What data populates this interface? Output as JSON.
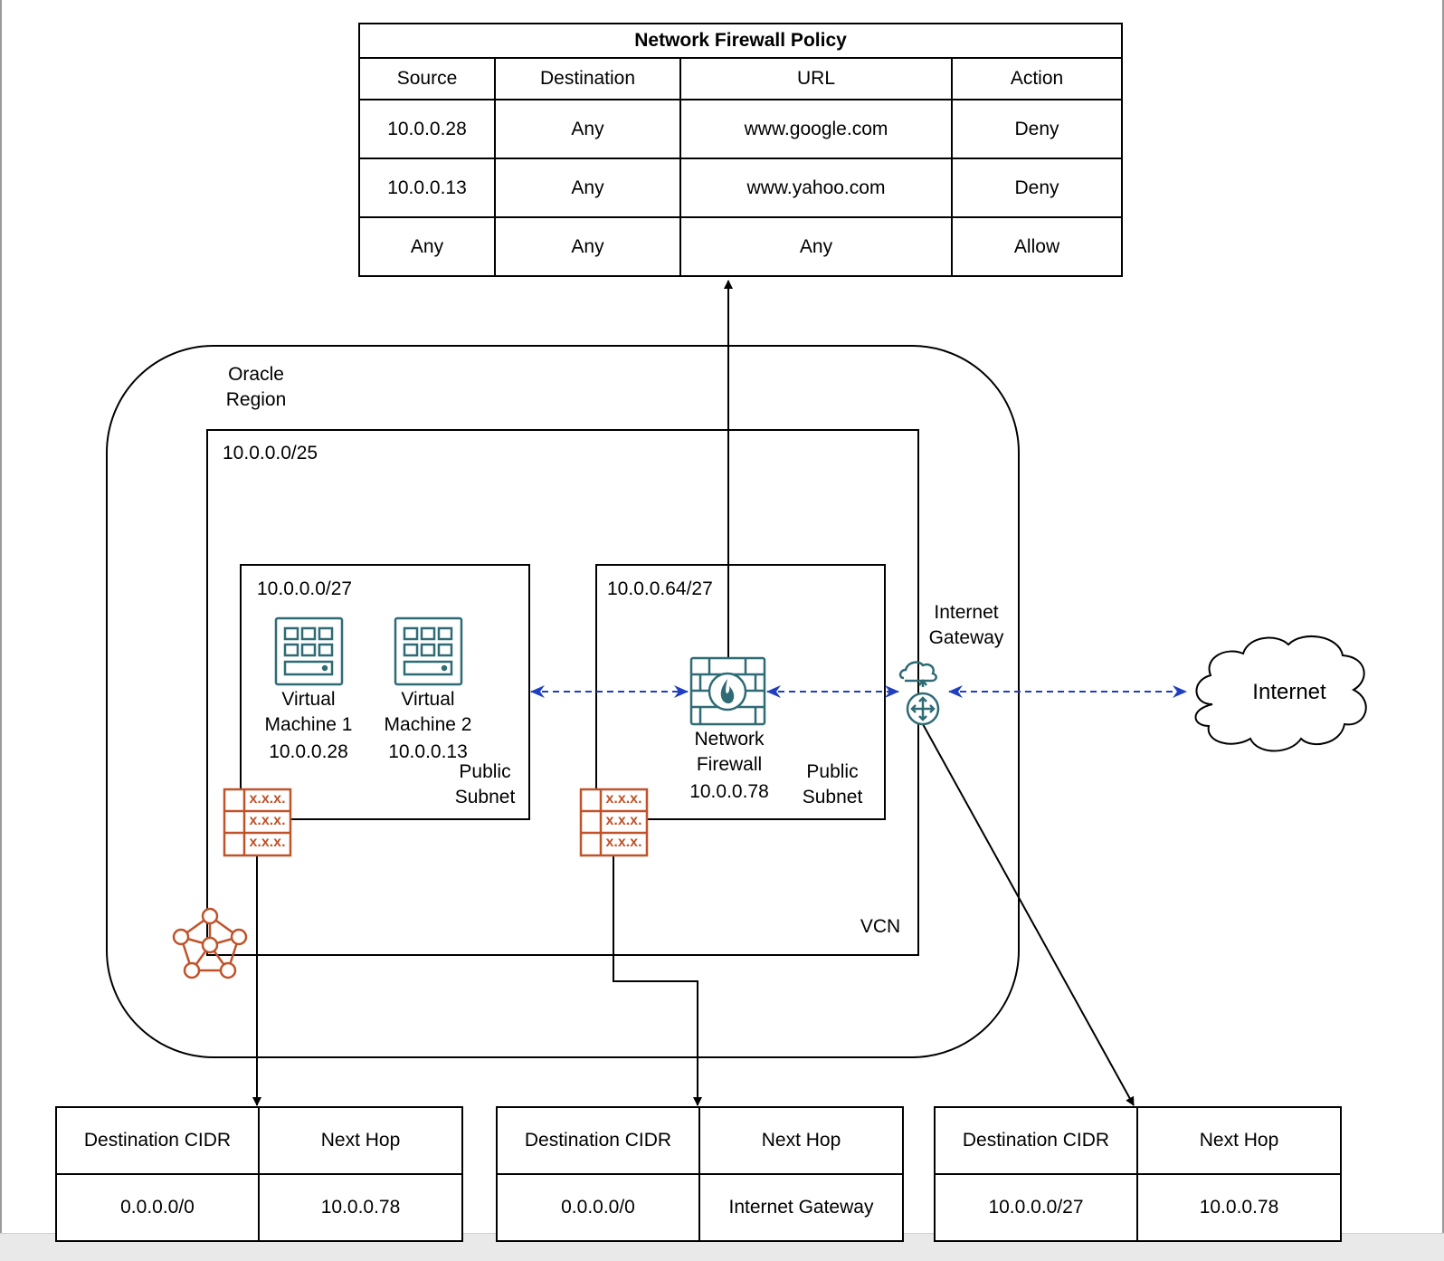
{
  "policy_table": {
    "title": "Network Firewall Policy",
    "headers": [
      "Source",
      "Destination",
      "URL",
      "Action"
    ],
    "rows": [
      [
        "10.0.0.28",
        "Any",
        "www.google.com",
        "Deny"
      ],
      [
        "10.0.0.13",
        "Any",
        "www.yahoo.com",
        "Deny"
      ],
      [
        "Any",
        "Any",
        "Any",
        "Allow"
      ]
    ]
  },
  "region": {
    "line1": "Oracle",
    "line2": "Region"
  },
  "vcn": {
    "cidr": "10.0.0.0/25",
    "label": "VCN"
  },
  "subnet_left": {
    "cidr": "10.0.0.0/27",
    "label1": "Public",
    "label2": "Subnet",
    "vm1": {
      "line1": "Virtual",
      "line2": "Machine 1",
      "ip": "10.0.0.28"
    },
    "vm2": {
      "line1": "Virtual",
      "line2": "Machine 2",
      "ip": "10.0.0.13"
    }
  },
  "subnet_right": {
    "cidr": "10.0.0.64/27",
    "label1": "Public",
    "label2": "Subnet",
    "firewall": {
      "line1": "Network",
      "line2": "Firewall",
      "ip": "10.0.0.78"
    }
  },
  "internet_gateway": {
    "line1": "Internet",
    "line2": "Gateway"
  },
  "internet": {
    "label": "Internet"
  },
  "route_table_icon_text": "x.x.x.",
  "route_tables": [
    {
      "headers": [
        "Destination CIDR",
        "Next Hop"
      ],
      "row": [
        "0.0.0.0/0",
        "10.0.0.78"
      ]
    },
    {
      "headers": [
        "Destination CIDR",
        "Next Hop"
      ],
      "row": [
        "0.0.0.0/0",
        "Internet Gateway"
      ]
    },
    {
      "headers": [
        "Destination CIDR",
        "Next Hop"
      ],
      "row": [
        "10.0.0.0/27",
        "10.0.0.78"
      ]
    }
  ],
  "colors": {
    "compute_teal": "#2f6b75",
    "route_orange": "#c0532a",
    "connector_blue": "#1f3fbf"
  }
}
